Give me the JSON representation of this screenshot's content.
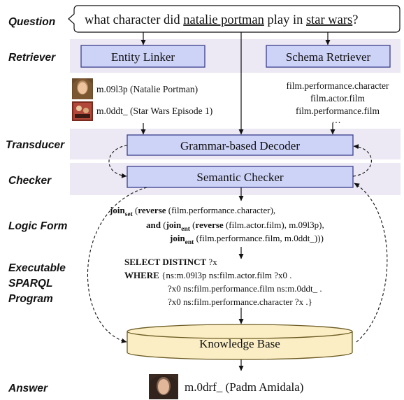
{
  "row_labels": {
    "question": "Question",
    "retriever": "Retriever",
    "transducer": "Transducer",
    "checker": "Checker",
    "logic_form": "Logic Form",
    "sparql_1": "Executable",
    "sparql_2": "SPARQL",
    "sparql_3": "Program",
    "answer": "Answer"
  },
  "question": {
    "prefix": "what character did ",
    "entity_1": "natalie portman",
    "middle": " play in ",
    "entity_2": "star wars",
    "suffix": "?"
  },
  "modules": {
    "entity_linker": "Entity Linker",
    "schema_retriever": "Schema Retriever",
    "decoder": "Grammar-based Decoder",
    "checker": "Semantic Checker",
    "knowledge_base": "Knowledge Base"
  },
  "entities": [
    {
      "text": "m.09l3p (Natalie Portman)",
      "icon": "natalie-portman-photo"
    },
    {
      "text": "m.0ddt_ (Star Wars Episode 1)",
      "icon": "star-wars-poster"
    }
  ],
  "schema_items": [
    "film.performance.character",
    "film.actor.film",
    "film.performance.film",
    "…"
  ],
  "logic_form": {
    "line1_kw": "join",
    "line1_sub": "set",
    "line1_kw2": "reverse",
    "line1_rest": "(film.performance.character),",
    "line2_and": "and",
    "line2_kw": "join",
    "line2_sub": "ent",
    "line2_kw2": "reverse",
    "line2_rest": "(film.actor.film), m.09l3p),",
    "line3_kw": "join",
    "line3_sub": "ent",
    "line3_rest": "(film.performance.film, m.0ddt_)))"
  },
  "sparql": {
    "select": "SELECT DISTINCT",
    "select_var": "?x",
    "where": "WHERE",
    "line1": "{ns:m.09l3p ns:film.actor.film ?x0 .",
    "line2": "?x0 ns:film.performance.film ns:m.0ddt_ .",
    "line3": "?x0 ns:film.performance.character ?x .}"
  },
  "answer": {
    "text": "m.0drf_ (Padm Amidala)",
    "icon": "padme-amidala-photo"
  },
  "colors": {
    "band": "#ece8f4",
    "module_fill": "#cdd2f7",
    "module_stroke": "#3a3f8c",
    "kb_fill": "#fbeec4",
    "kb_stroke": "#6b5a22"
  }
}
